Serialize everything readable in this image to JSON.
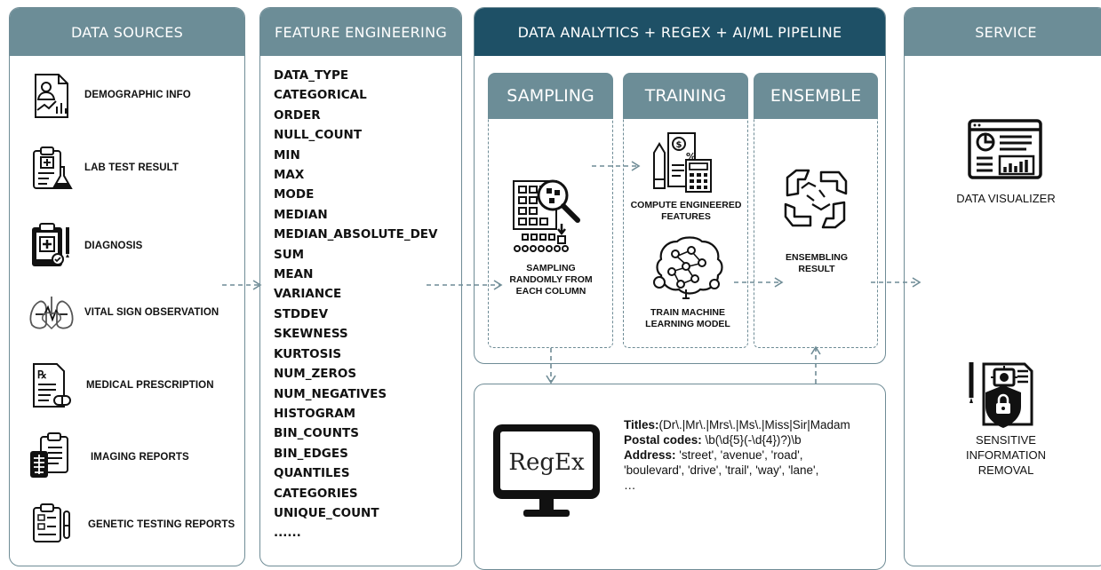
{
  "columns": {
    "sources": "DATA SOURCES",
    "features": "FEATURE ENGINEERING",
    "pipeline": "DATA ANALYTICS + REGEX + AI/ML PIPELINE",
    "service": "SERVICE"
  },
  "sources": [
    {
      "label": "DEMOGRAPHIC INFO",
      "icon": "demographic-icon"
    },
    {
      "label": "LAB TEST RESULT",
      "icon": "lab-test-icon"
    },
    {
      "label": "DIAGNOSIS",
      "icon": "diagnosis-icon"
    },
    {
      "label": "VITAL SIGN OBSERVATION",
      "icon": "vital-sign-icon"
    },
    {
      "label": "MEDICAL PRESCRIPTION",
      "icon": "prescription-icon"
    },
    {
      "label": "IMAGING REPORTS",
      "icon": "imaging-icon"
    },
    {
      "label": "GENETIC TESTING REPORTS",
      "icon": "genetic-testing-icon"
    }
  ],
  "features": [
    "DATA_TYPE",
    "CATEGORICAL",
    "ORDER",
    "NULL_COUNT",
    "MIN",
    "MAX",
    "MODE",
    "MEDIAN",
    "MEDIAN_ABSOLUTE_DEV",
    "SUM",
    "MEAN",
    "VARIANCE",
    "STDDEV",
    "SKEWNESS",
    "KURTOSIS",
    "NUM_ZEROS",
    "NUM_NEGATIVES",
    "HISTOGRAM",
    "BIN_COUNTS",
    "BIN_EDGES",
    "QUANTILES",
    "CATEGORIES",
    "UNIQUE_COUNT",
    "......"
  ],
  "pipeline": {
    "sampling": {
      "title": "SAMPLING",
      "caption": [
        "SAMPLING",
        "RANDOMLY FROM",
        "EACH COLUMN"
      ]
    },
    "training": {
      "title": "TRAINING",
      "compute_caption": [
        "COMPUTE ENGINEERED",
        "FEATURES"
      ],
      "train_caption": [
        "TRAIN MACHINE",
        "LEARNING MODEL"
      ]
    },
    "ensemble": {
      "title": "ENSEMBLE",
      "caption": [
        "ENSEMBLING",
        "RESULT"
      ]
    }
  },
  "regex": {
    "monitor_text": "RegEx",
    "titles_label": "Titles:",
    "titles_value": "(Dr\\.|Mr\\.|Mrs\\.|Ms\\.|Miss|Sir|Madam",
    "postal_label": "Postal codes:",
    "postal_value": " \\b(\\d{5}(-\\d{4})?)\\b",
    "address_label": "Address:",
    "address_value": " 'street', 'avenue', 'road', 'boulevard', 'drive', 'trail', 'way', 'lane',",
    "ellipsis": "…"
  },
  "service": {
    "visualizer": "DATA VISUALIZER",
    "removal": [
      "SENSITIVE",
      "INFORMATION",
      "REMOVAL"
    ]
  },
  "colors": {
    "header_light": "#6c8d97",
    "header_dark": "#1e5066",
    "border": "#6f8c96"
  }
}
